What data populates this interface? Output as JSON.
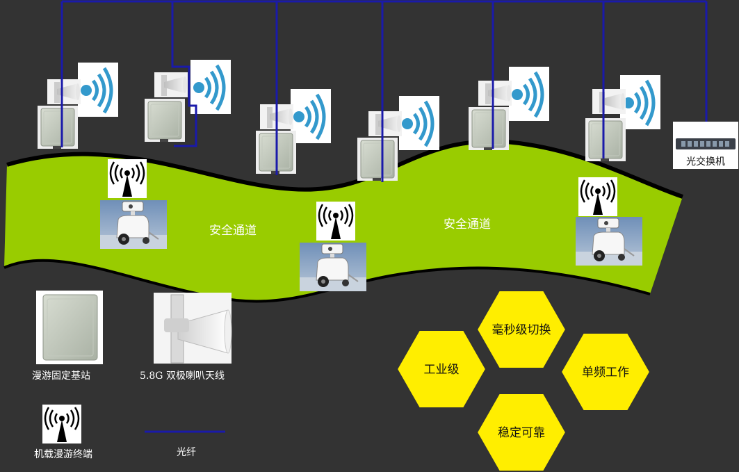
{
  "diagram": {
    "zone_labels": [
      "安全通道",
      "安全通道"
    ],
    "switch_label": "光交换机",
    "legend": {
      "base_station": "漫游固定基站",
      "horn_antenna": "5.8G 双极喇叭天线",
      "vehicle_terminal": "机载漫游终端",
      "fiber": "光纤"
    },
    "features": [
      "毫秒级切换",
      "工业级",
      "单频工作",
      "稳定可靠"
    ],
    "colors": {
      "background": "#333333",
      "channel": "#99cc00",
      "fiber": "#1a1aaa",
      "feature": "#ffee00",
      "signal": "#3399cc"
    }
  }
}
